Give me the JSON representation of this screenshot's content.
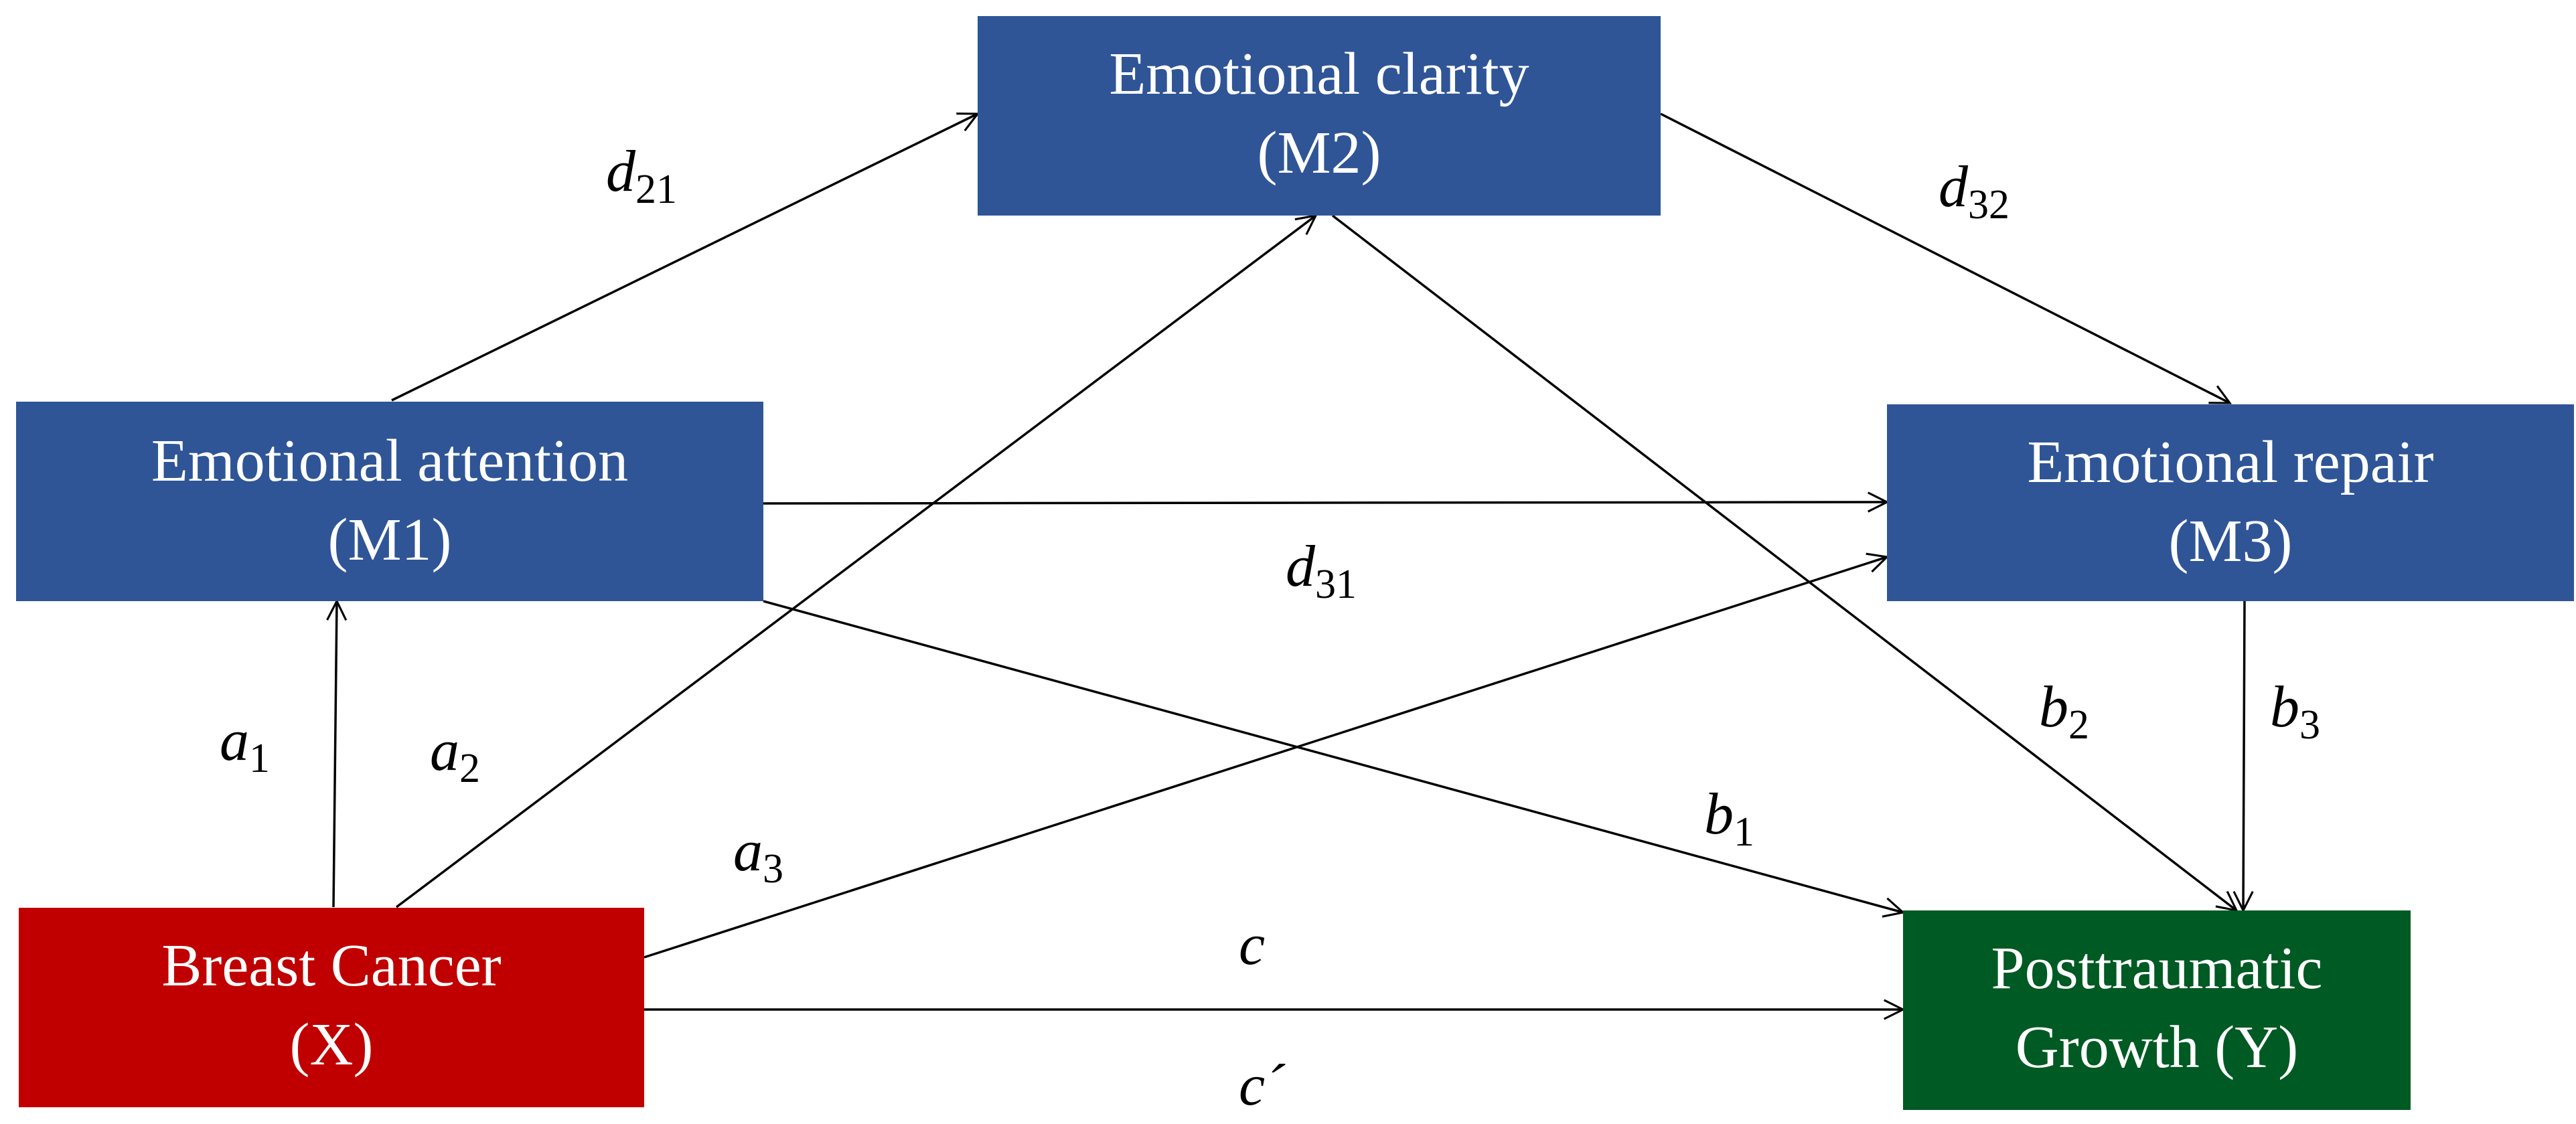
{
  "nodes": {
    "m2": {
      "line1": "Emotional clarity",
      "line2": "(M2)",
      "fill": "#2f5597"
    },
    "m1": {
      "line1": "Emotional attention",
      "line2": "(M1)",
      "fill": "#2f5597"
    },
    "m3": {
      "line1": "Emotional repair",
      "line2": "(M3)",
      "fill": "#2f5597"
    },
    "x": {
      "line1": "Breast Cancer",
      "line2": "(X)",
      "fill": "#c00000"
    },
    "y": {
      "line1": "Posttraumatic",
      "line2": "Growth (Y)",
      "fill": "#005a23"
    }
  },
  "edges": {
    "d21": {
      "base": "d",
      "sub": "21"
    },
    "d32": {
      "base": "d",
      "sub": "32"
    },
    "d31": {
      "base": "d",
      "sub": "31"
    },
    "a1": {
      "base": "a",
      "sub": "1"
    },
    "a2": {
      "base": "a",
      "sub": "2"
    },
    "a3": {
      "base": "a",
      "sub": "3"
    },
    "b1": {
      "base": "b",
      "sub": "1"
    },
    "b2": {
      "base": "b",
      "sub": "2"
    },
    "b3": {
      "base": "b",
      "sub": "3"
    },
    "c": {
      "base": "c"
    },
    "cprime": {
      "base": "c´"
    }
  }
}
